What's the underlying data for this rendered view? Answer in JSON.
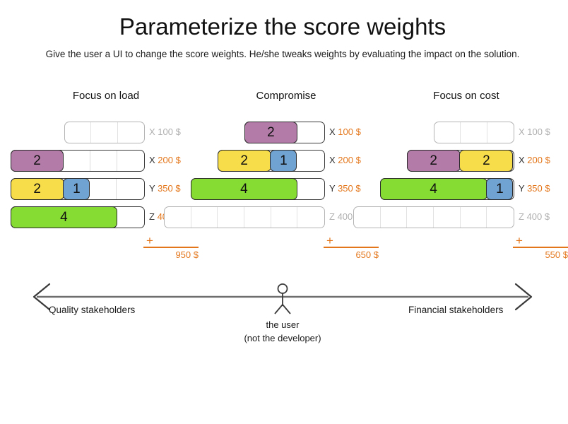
{
  "title": "Parameterize the score weights",
  "subtitle": "Give the user a UI to change the score weights. He/she tweaks weights by evaluating the impact on the solution.",
  "colors": {
    "purple": "#b37ba8",
    "yellow": "#f8dd4a",
    "blue": "#70a2d2",
    "green": "#87dc33",
    "orange": "#e3761b",
    "muted_gray": "#b0b0b0",
    "outline": "#2b2b2b"
  },
  "columns": [
    {
      "id": "focus-on-load",
      "title": "Focus on load",
      "total_cells": 5,
      "rows": [
        {
          "key": "X",
          "cost": "100 $",
          "muted": true,
          "cells": 3,
          "segments": []
        },
        {
          "key": "X",
          "cost": "200 $",
          "muted": false,
          "cells": 5,
          "segments": [
            {
              "value": "2",
              "units": 2,
              "color": "purple"
            }
          ]
        },
        {
          "key": "Y",
          "cost": "350 $",
          "muted": false,
          "cells": 5,
          "segments": [
            {
              "value": "2",
              "units": 2,
              "color": "yellow"
            },
            {
              "value": "1",
              "units": 1,
              "color": "blue"
            }
          ]
        },
        {
          "key": "Z",
          "cost": "400 $",
          "muted": false,
          "cells": 5,
          "segments": [
            {
              "value": "4",
              "units": 4,
              "color": "green"
            }
          ]
        }
      ],
      "sum": {
        "operator": "+",
        "total": "950 $"
      }
    },
    {
      "id": "compromise",
      "title": "Compromise",
      "total_cells": 6,
      "rows": [
        {
          "key": "X",
          "cost": "100 $",
          "muted": false,
          "cells": 3,
          "segments": [
            {
              "value": "2",
              "units": 2,
              "color": "purple"
            }
          ]
        },
        {
          "key": "X",
          "cost": "200 $",
          "muted": false,
          "cells": 4,
          "segments": [
            {
              "value": "2",
              "units": 2,
              "color": "yellow"
            },
            {
              "value": "1",
              "units": 1,
              "color": "blue"
            }
          ]
        },
        {
          "key": "Y",
          "cost": "350 $",
          "muted": false,
          "cells": 5,
          "segments": [
            {
              "value": "4",
              "units": 4,
              "color": "green"
            }
          ]
        },
        {
          "key": "Z",
          "cost": "400 $",
          "muted": true,
          "cells": 6,
          "segments": []
        }
      ],
      "sum": {
        "operator": "+",
        "total": "650 $"
      }
    },
    {
      "id": "focus-on-cost",
      "title": "Focus on cost",
      "total_cells": 6,
      "rows": [
        {
          "key": "X",
          "cost": "100 $",
          "muted": true,
          "cells": 3,
          "segments": []
        },
        {
          "key": "X",
          "cost": "200 $",
          "muted": false,
          "cells": 4,
          "segments": [
            {
              "value": "2",
              "units": 2,
              "color": "purple"
            },
            {
              "value": "2",
              "units": 2,
              "color": "yellow"
            }
          ]
        },
        {
          "key": "Y",
          "cost": "350 $",
          "muted": false,
          "cells": 5,
          "segments": [
            {
              "value": "4",
              "units": 4,
              "color": "green"
            },
            {
              "value": "1",
              "units": 1,
              "color": "blue"
            }
          ]
        },
        {
          "key": "Z",
          "cost": "400 $",
          "muted": true,
          "cells": 6,
          "segments": []
        }
      ],
      "sum": {
        "operator": "+",
        "total": "550 $"
      }
    }
  ],
  "spectrum": {
    "left_label": "Quality stakeholders",
    "right_label": "Financial stakeholders",
    "actor_line1": "the user",
    "actor_line2": "(not the developer)"
  }
}
